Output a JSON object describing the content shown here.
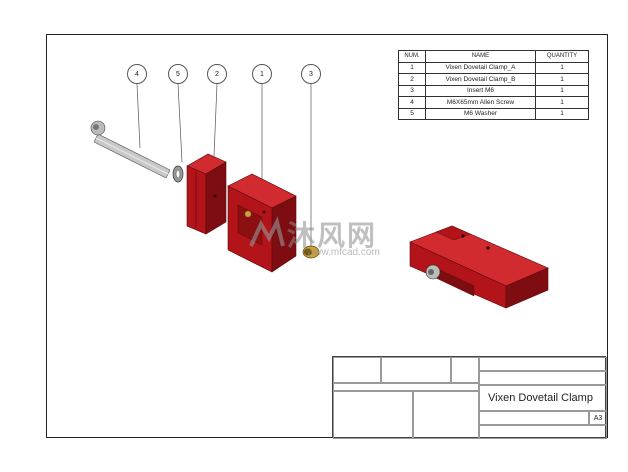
{
  "bom": {
    "headers": [
      "NUM.",
      "NAME",
      "QUANTITY"
    ],
    "rows": [
      [
        "1",
        "Vixen Dovetail Clamp_A",
        "1"
      ],
      [
        "2",
        "Vixen Dovetail Clamp_B",
        "1"
      ],
      [
        "3",
        "Insert M6",
        "1"
      ],
      [
        "4",
        "M6X65mm Allen Screw",
        "1"
      ],
      [
        "5",
        "M6 Washer",
        "1"
      ]
    ]
  },
  "balloons": [
    "4",
    "5",
    "2",
    "1",
    "3"
  ],
  "title_block": {
    "title": "Vixen Dovetail Clamp",
    "size": "A3"
  },
  "watermark": {
    "text": "沐风网",
    "url": "www.mfcad.com"
  },
  "colors": {
    "part": "#b3141a",
    "part_dark": "#7d0d10",
    "part_light": "#d12a2f",
    "brass": "#c9a23c"
  }
}
